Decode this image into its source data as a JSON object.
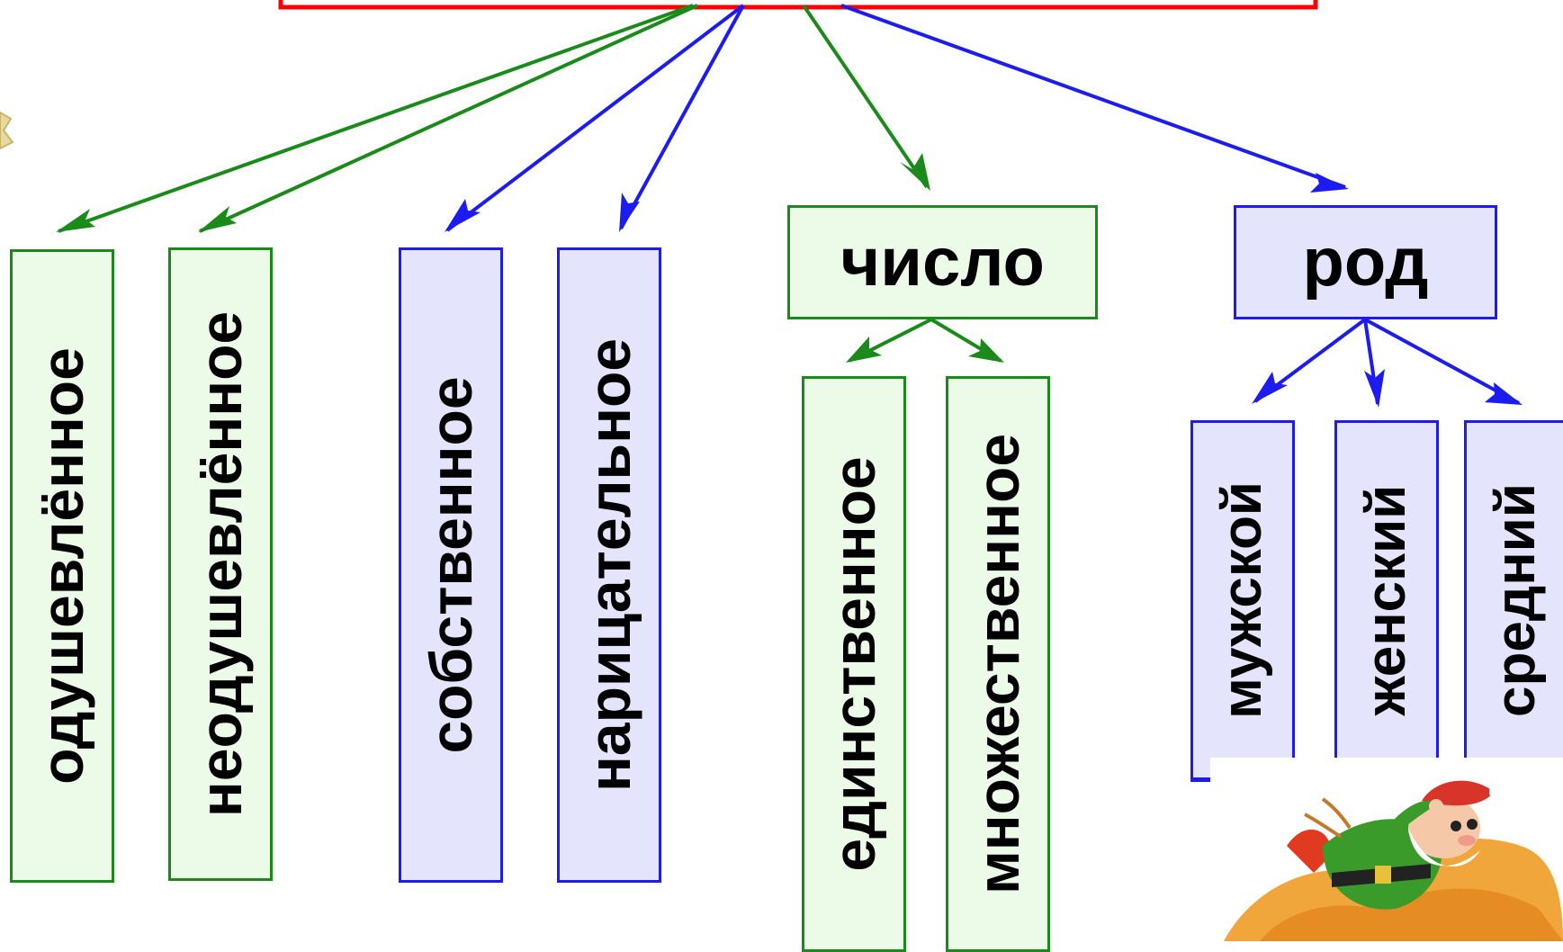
{
  "diagram": {
    "branches": [
      {
        "id": "animate",
        "label": "одушевлённое"
      },
      {
        "id": "inanimate",
        "label": "неодушевлённое"
      },
      {
        "id": "proper",
        "label": "собственное"
      },
      {
        "id": "common",
        "label": "нарицательное"
      },
      {
        "id": "number",
        "label": "число"
      },
      {
        "id": "gender",
        "label": "род"
      }
    ],
    "number_children": [
      {
        "id": "singular",
        "label": "единственное"
      },
      {
        "id": "plural",
        "label": "множественное"
      }
    ],
    "gender_children": [
      {
        "id": "masculine",
        "label": "мужской"
      },
      {
        "id": "feminine",
        "label": "женский"
      },
      {
        "id": "neuter",
        "label": "средний"
      }
    ]
  },
  "colors": {
    "green_border": "#1a8a1a",
    "green_fill": "#ecfbe8",
    "blue_border": "#1c1cf0",
    "blue_fill": "#e4e4fc",
    "root_border": "#ff0000"
  },
  "decorations": [
    {
      "name": "gnome-illustration"
    },
    {
      "name": "corner-ornament"
    }
  ]
}
